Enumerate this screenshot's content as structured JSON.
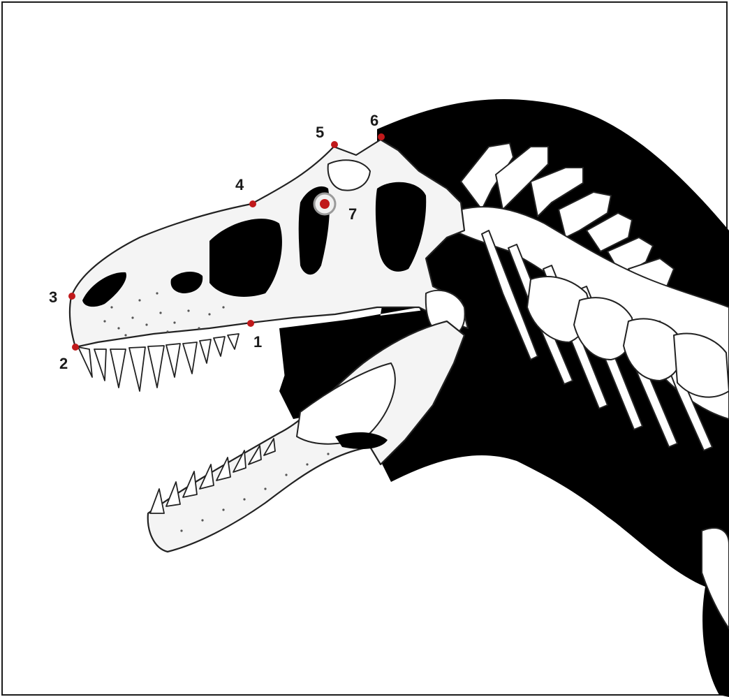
{
  "colors": {
    "frame": "#1a1a1a",
    "body_silhouette": "#000000",
    "bone_fill": "#f4f4f4",
    "landmark": "#c0191b",
    "label_text": "#1a1a1a"
  },
  "landmarks": [
    {
      "number": "1"
    },
    {
      "number": "2"
    },
    {
      "number": "3"
    },
    {
      "number": "4"
    },
    {
      "number": "5"
    },
    {
      "number": "6"
    },
    {
      "number": "7",
      "style": "ringed"
    }
  ]
}
